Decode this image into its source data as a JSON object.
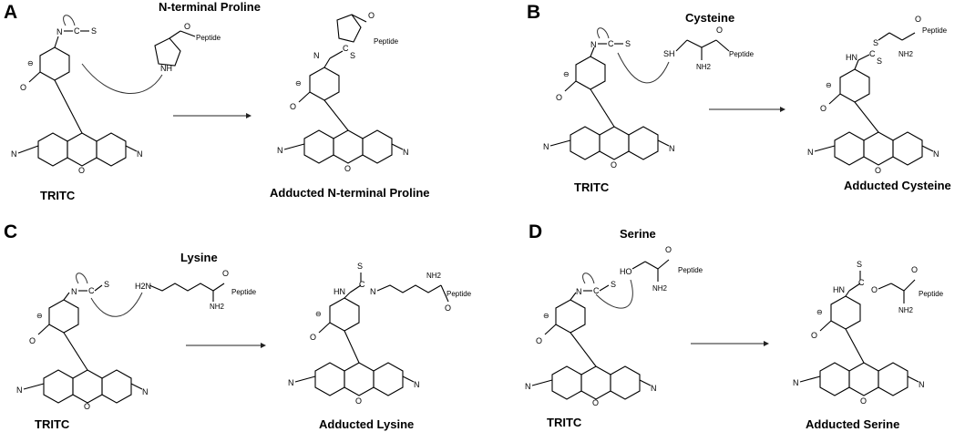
{
  "panels": [
    {
      "letter": "A",
      "nucleophile_title": "N-terminal Proline",
      "reactant_label": "TRITC",
      "product_label": "Adducted N-terminal Proline",
      "atoms": {
        "isothiocyanate_n": "N",
        "isothiocyanate_c": "C",
        "isothiocyanate_s": "S",
        "carboxylate_o": "O",
        "ring_o": "O",
        "amine_n": "N",
        "iminium_n": "N",
        "nucleophile_atom": "NH",
        "peptide": "Peptide",
        "carbonyl_o": "O",
        "product_nh": "N",
        "product_s": "S",
        "product_c": "C"
      }
    },
    {
      "letter": "B",
      "nucleophile_title": "Cysteine",
      "reactant_label": "TRITC",
      "product_label": "Adducted Cysteine",
      "atoms": {
        "isothiocyanate_n": "N",
        "isothiocyanate_c": "C",
        "isothiocyanate_s": "S",
        "carboxylate_o": "O",
        "ring_o": "O",
        "amine_n": "N",
        "iminium_n": "N",
        "nucleophile_atom": "SH",
        "nh2": "NH2",
        "peptide": "Peptide",
        "carbonyl_o": "O",
        "product_nh": "HN",
        "product_s": "S",
        "product_s2": "S",
        "product_c": "C"
      }
    },
    {
      "letter": "C",
      "nucleophile_title": "Lysine",
      "reactant_label": "TRITC",
      "product_label": "Adducted Lysine",
      "atoms": {
        "isothiocyanate_n": "N",
        "isothiocyanate_c": "C",
        "isothiocyanate_s": "S",
        "carboxylate_o": "O",
        "ring_o": "O",
        "amine_n": "N",
        "iminium_n": "N",
        "nucleophile_atom": "H2N",
        "nh2": "NH2",
        "peptide": "Peptide",
        "carbonyl_o": "O",
        "product_nh": "HN",
        "product_nh2": "N",
        "product_s": "S",
        "product_c": "C"
      }
    },
    {
      "letter": "D",
      "nucleophile_title": "Serine",
      "reactant_label": "TRITC",
      "product_label": "Adducted Serine",
      "atoms": {
        "isothiocyanate_n": "N",
        "isothiocyanate_c": "C",
        "isothiocyanate_s": "S",
        "carboxylate_o": "O",
        "ring_o": "O",
        "amine_n": "N",
        "iminium_n": "N",
        "nucleophile_atom": "HO",
        "nh2": "NH2",
        "peptide": "Peptide",
        "carbonyl_o": "O",
        "product_nh": "HN",
        "product_o": "O",
        "product_s": "S",
        "product_c": "C"
      }
    }
  ]
}
